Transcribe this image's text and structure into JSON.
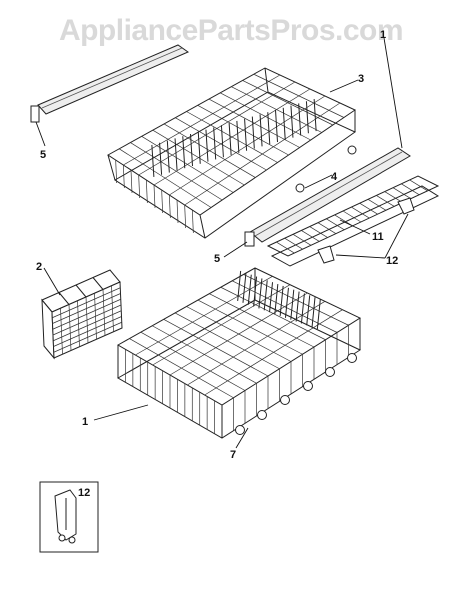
{
  "watermark": "AppliancePartsPros.com",
  "callouts": [
    {
      "id": "callout-1a",
      "text": "1"
    },
    {
      "id": "callout-3",
      "text": "3"
    },
    {
      "id": "callout-5a",
      "text": "5"
    },
    {
      "id": "callout-4",
      "text": "4"
    },
    {
      "id": "callout-11",
      "text": "11"
    },
    {
      "id": "callout-5b",
      "text": "5"
    },
    {
      "id": "callout-12a",
      "text": "12"
    },
    {
      "id": "callout-2",
      "text": "2"
    },
    {
      "id": "callout-1b",
      "text": "1"
    },
    {
      "id": "callout-7",
      "text": "7"
    },
    {
      "id": "callout-12b",
      "text": "12"
    }
  ]
}
